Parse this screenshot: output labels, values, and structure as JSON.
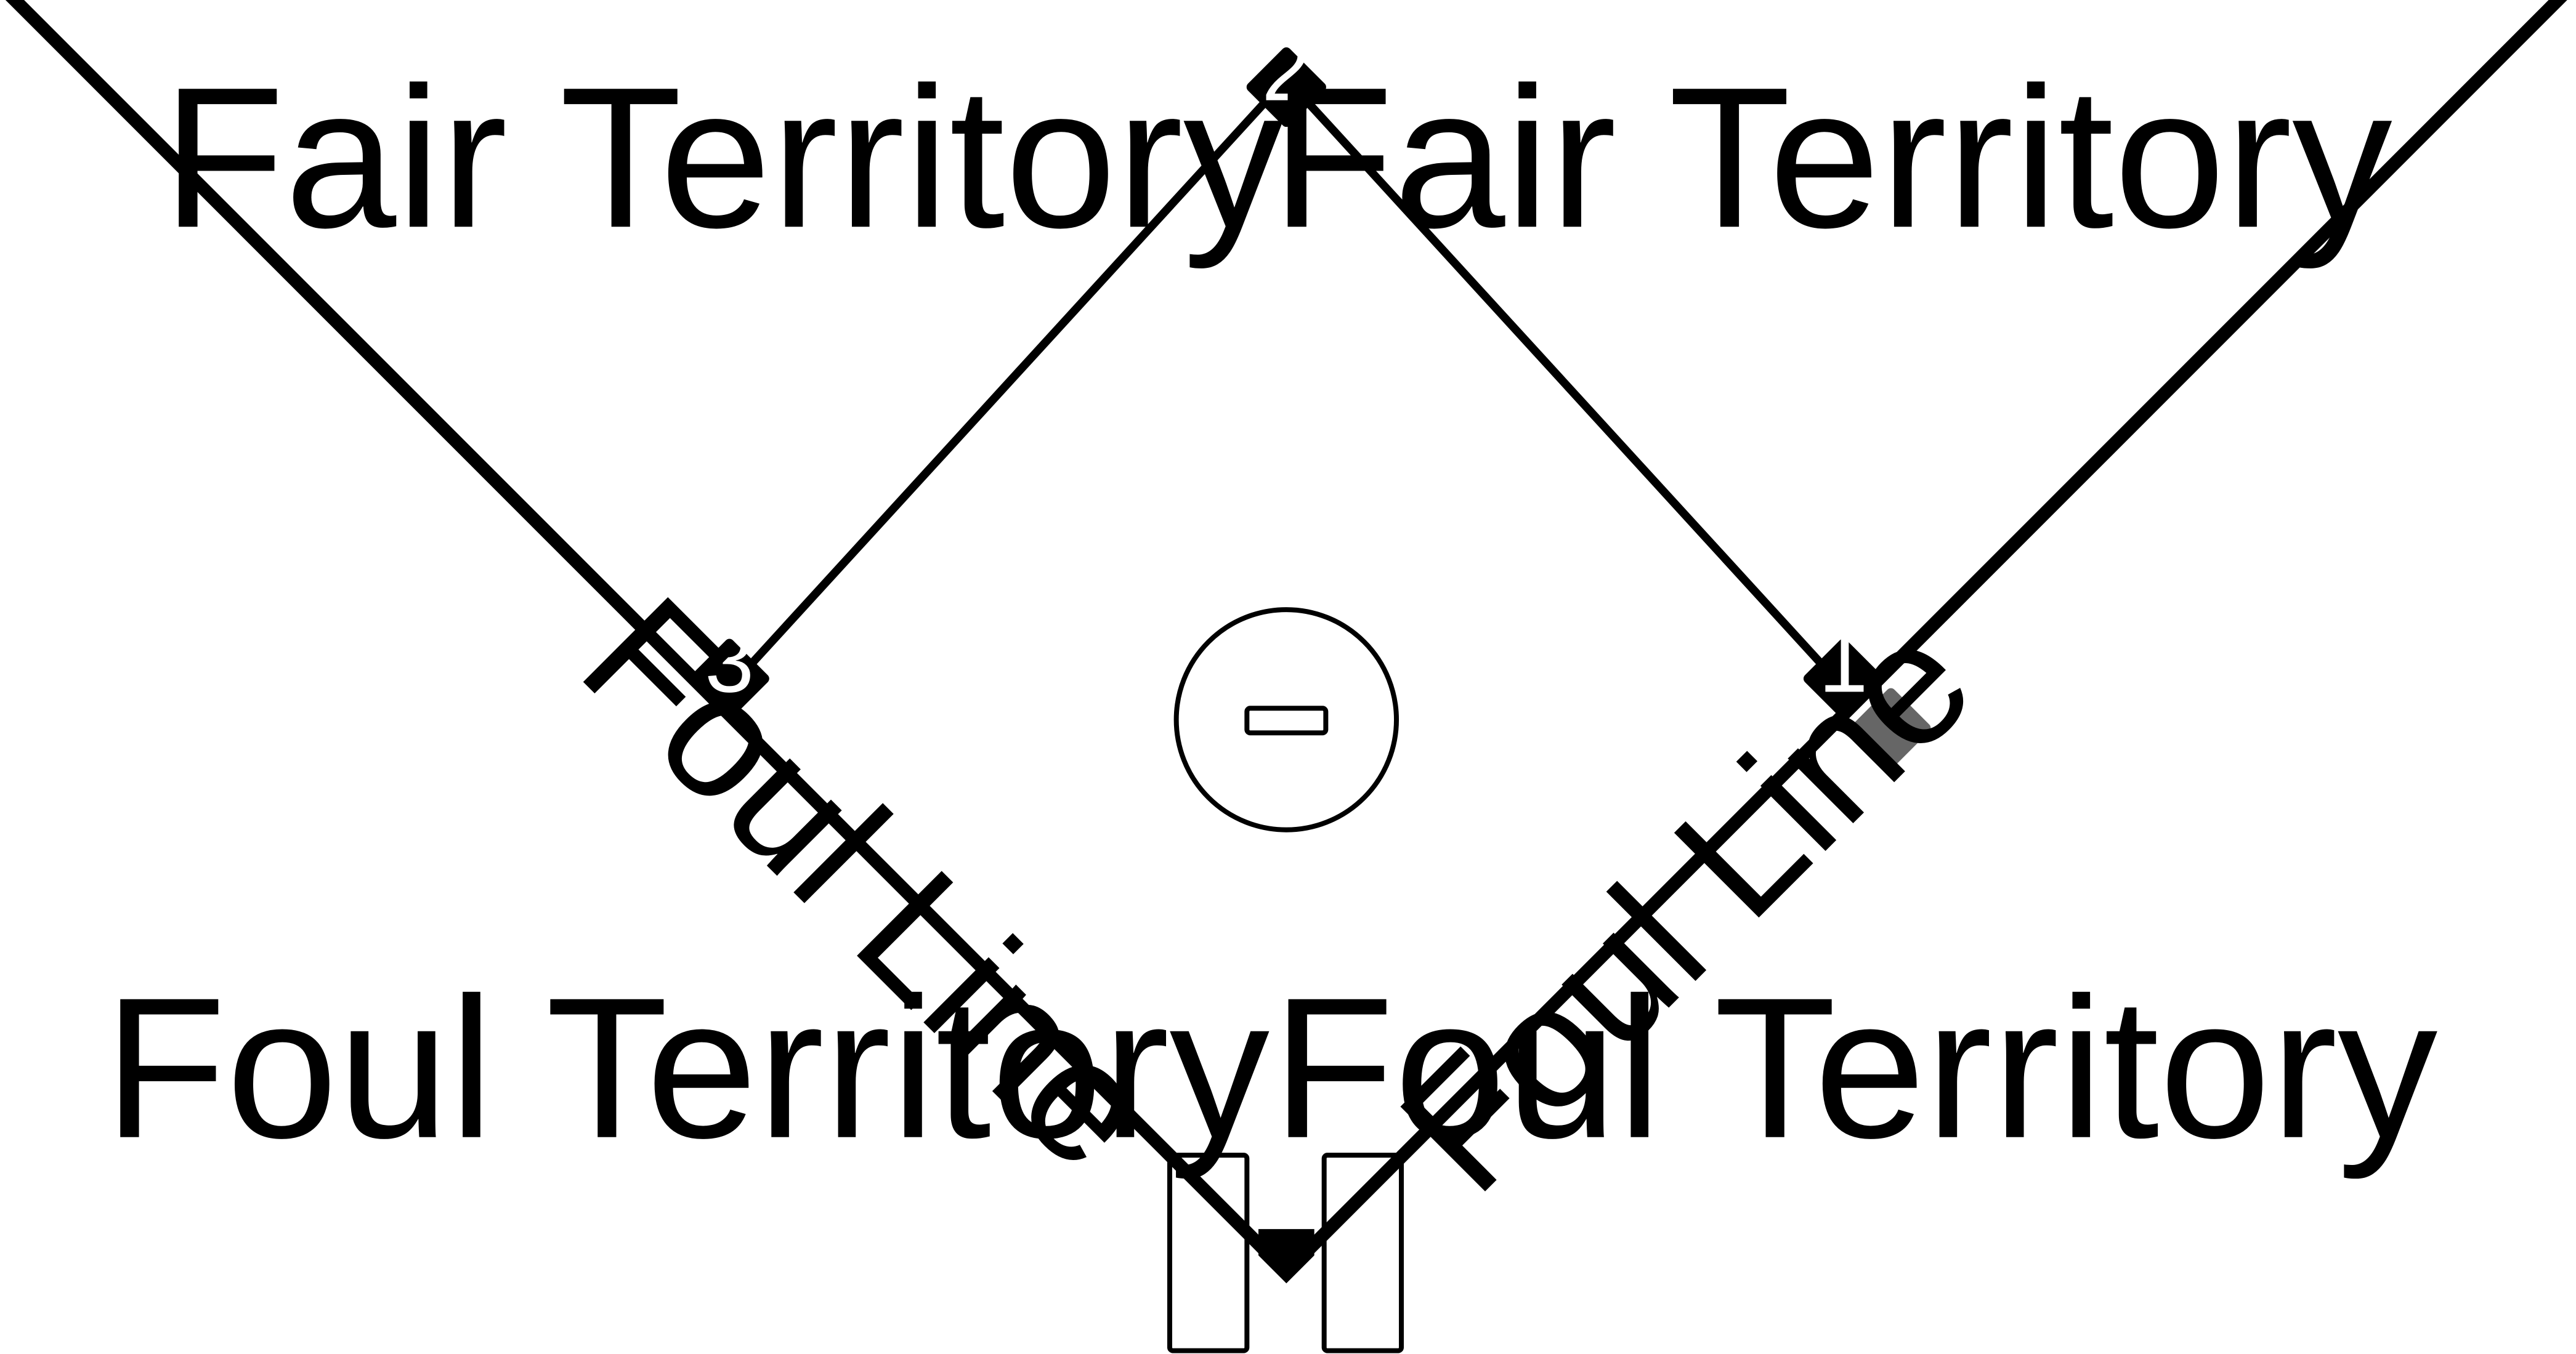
{
  "colors": {
    "line": "#000000",
    "background": "#ffffff",
    "base_fill": "#000000",
    "base_number": "#ffffff",
    "extra_base": "#666666"
  },
  "labels": {
    "fair_left": "Fair Territory",
    "fair_right": "Fair Territory",
    "foul_left": "Foul Territory",
    "foul_right": "Foul Territory",
    "foul_line_left": "Foul Line",
    "foul_line_right": "Foul Line"
  },
  "bases": {
    "first": "1",
    "second": "2",
    "third": "3"
  }
}
